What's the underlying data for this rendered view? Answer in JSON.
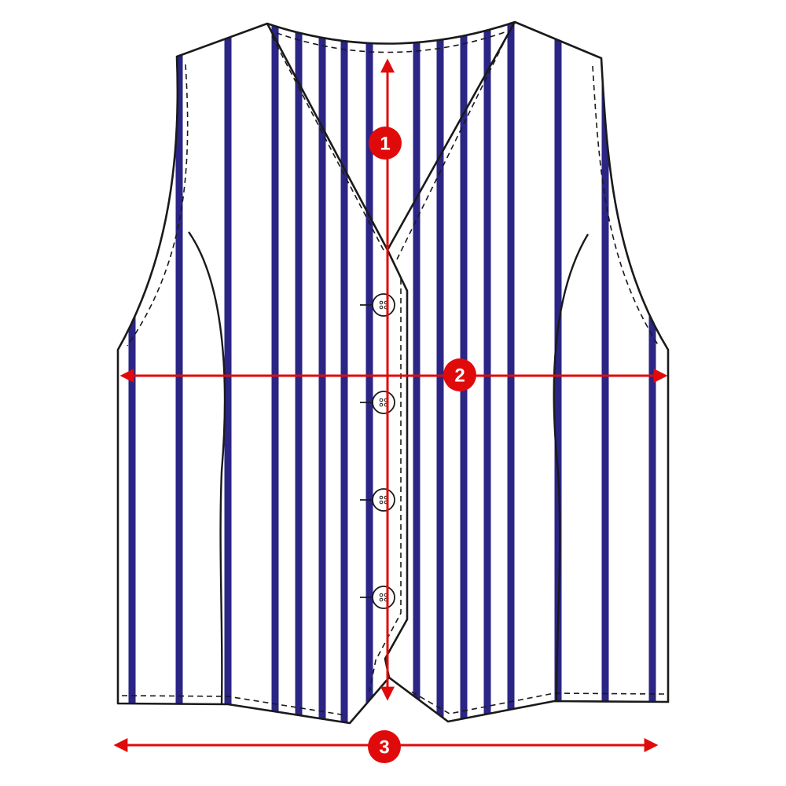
{
  "diagram": {
    "subject": "vest-size-chart",
    "colors": {
      "outline": "#1a1a1a",
      "stripe": "#2b2585",
      "measure": "#e10a0a",
      "fabric": "#ffffff"
    },
    "measurements": [
      {
        "id": "1",
        "label": "1",
        "meaning": "length"
      },
      {
        "id": "2",
        "label": "2",
        "meaning": "chest-width"
      },
      {
        "id": "3",
        "label": "3",
        "meaning": "bottom-width"
      }
    ],
    "button_count": 4
  }
}
